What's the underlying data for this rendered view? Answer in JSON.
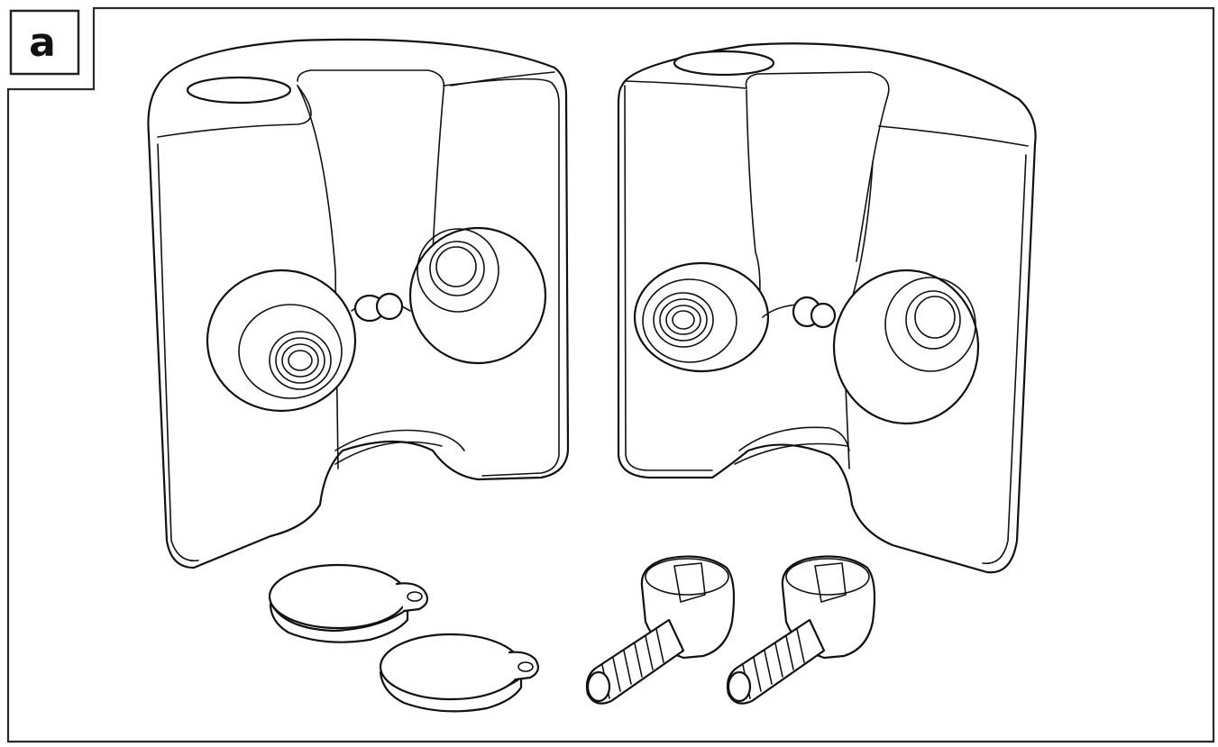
{
  "figure": {
    "label": "a",
    "colors": {
      "line": "#111111",
      "background": "#ffffff",
      "frame": "#2a2a2a"
    },
    "parts": [
      {
        "name": "left-clamp-half"
      },
      {
        "name": "right-clamp-half"
      },
      {
        "name": "cover-cap",
        "count": 2
      },
      {
        "name": "clamp-screw",
        "count": 2
      }
    ]
  }
}
